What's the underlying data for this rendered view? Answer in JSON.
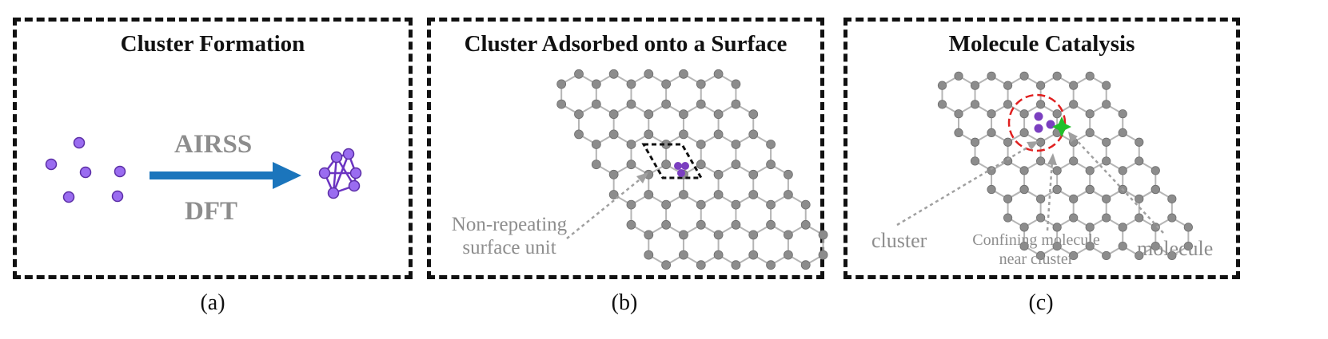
{
  "panels": {
    "a": {
      "title": "Cluster Formation",
      "caption": "(a)",
      "method_top": "AIRSS",
      "method_bottom": "DFT"
    },
    "b": {
      "title": "Cluster Adsorbed onto a Surface",
      "caption": "(b)",
      "annotation_line1": "Non-repeating",
      "annotation_line2": "surface unit"
    },
    "c": {
      "title": "Molecule Catalysis",
      "caption": "(c)",
      "label_cluster": "cluster",
      "label_confining_line1": "Confining molecule",
      "label_confining_line2": "near cluster",
      "label_molecule": "molecule"
    }
  },
  "colors": {
    "atom_gray": "#8c8c8c",
    "bond_gray": "#b5b5b5",
    "cluster_purple": "#7b3fc0",
    "cluster_atom_light": "#9a6cf0",
    "arrow_blue": "#1b75bc",
    "molecule_green": "#22c02b",
    "highlight_red": "#e02020",
    "annotation_gray": "#8d8d8d"
  }
}
